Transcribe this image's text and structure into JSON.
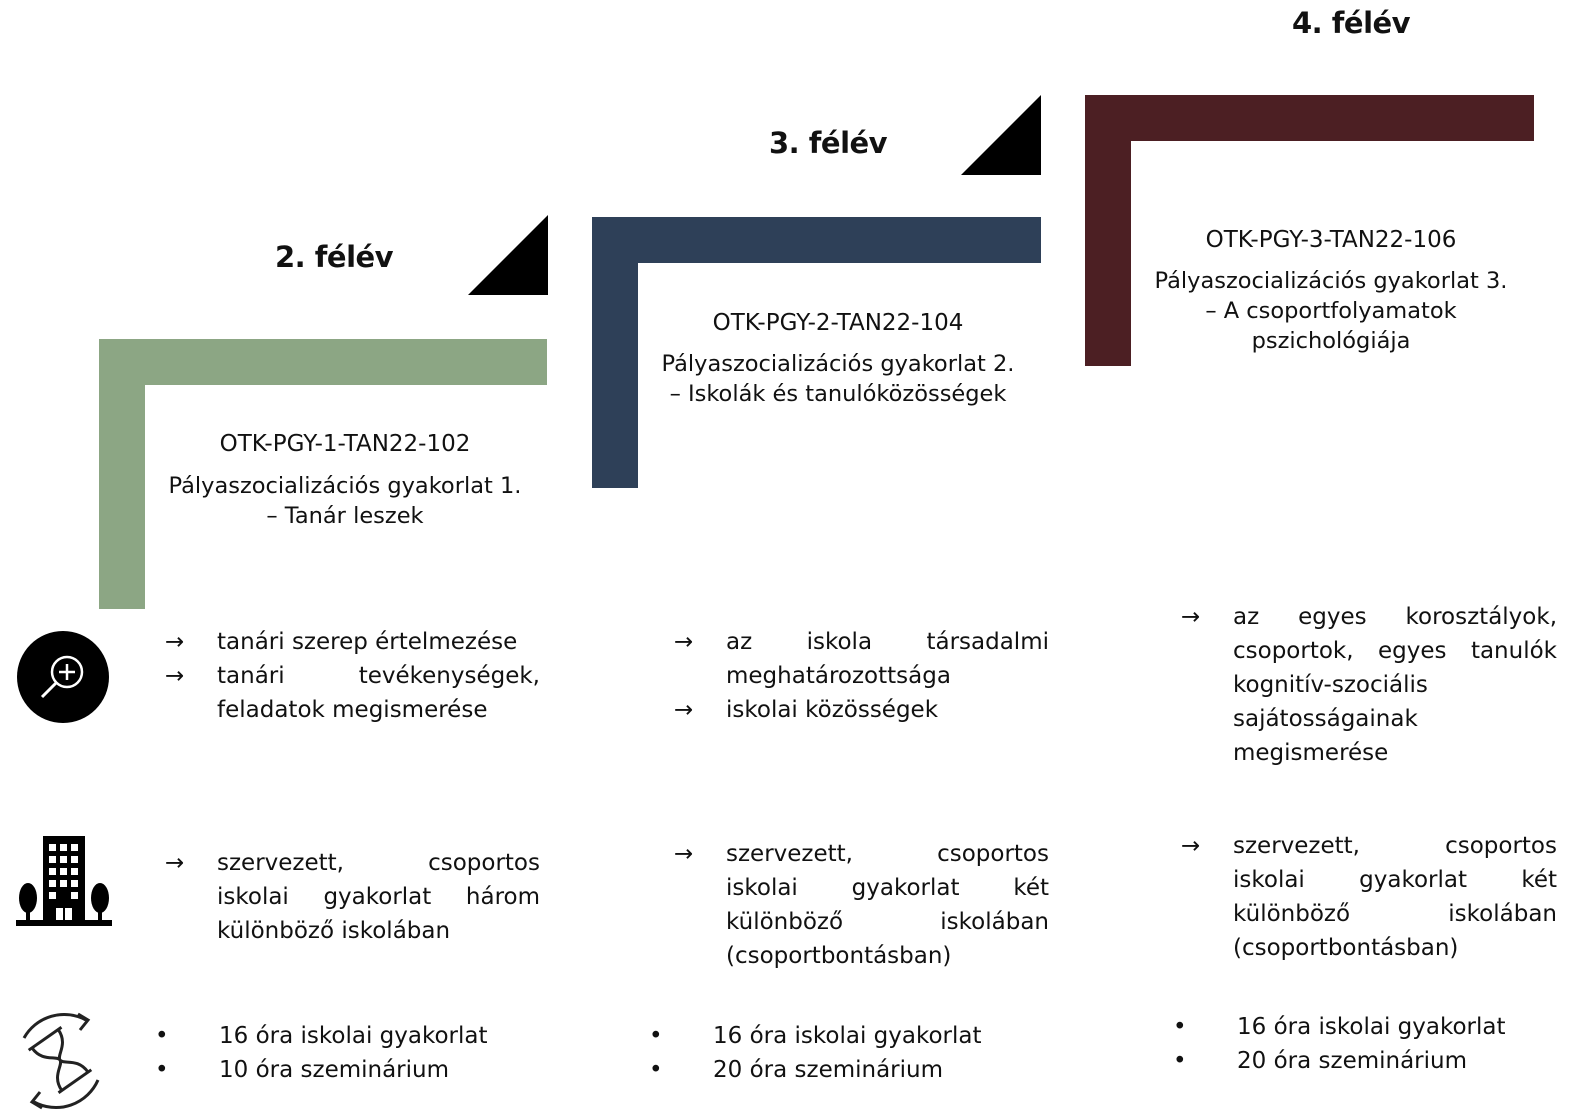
{
  "colors": {
    "sem2": "#8ca684",
    "sem3": "#2e4058",
    "sem4": "#4c1f23",
    "triangle": "#000000"
  },
  "semesters": [
    {
      "label": "2. félév",
      "code": "OTK-PGY-1-TAN22-102",
      "title_line1": "Pályaszocializációs gyakorlat 1.",
      "title_line2": "– Tanár leszek",
      "title_line3": "",
      "goals": [
        {
          "marker": "→",
          "text": "tanári szerep értelmezése"
        },
        {
          "marker": "→",
          "text": "tanári tevékenységek, feladatok megismerése"
        }
      ],
      "practice": [
        {
          "marker": "→",
          "text": "szervezett, csoportos iskolai gyakorlat három különböző iskolában"
        }
      ],
      "hours": [
        {
          "marker": "•",
          "text": "16 óra iskolai gyakorlat"
        },
        {
          "marker": "•",
          "text": "10 óra szeminárium"
        }
      ]
    },
    {
      "label": "3. félév",
      "code": "OTK-PGY-2-TAN22-104",
      "title_line1": "Pályaszocializációs gyakorlat 2.",
      "title_line2": "– Iskolák és tanulóközösségek",
      "title_line3": "",
      "goals": [
        {
          "marker": "→",
          "text": "az iskola társadalmi meghatározottsága"
        },
        {
          "marker": "→",
          "text": "iskolai közösségek"
        }
      ],
      "practice": [
        {
          "marker": "→",
          "text": "szervezett, csoportos iskolai gyakorlat két különböző iskolában (csoportbontásban)"
        }
      ],
      "hours": [
        {
          "marker": "•",
          "text": "16 óra iskolai gyakorlat"
        },
        {
          "marker": "•",
          "text": "20 óra szeminárium"
        }
      ]
    },
    {
      "label": "4. félév",
      "code": "OTK-PGY-3-TAN22-106",
      "title_line1": "Pályaszocializációs gyakorlat 3.",
      "title_line2": "– A csoportfolyamatok",
      "title_line3": "pszichológiája",
      "goals": [
        {
          "marker": "→",
          "text": "az egyes korosztályok, csoportok, egyes tanulók kognitív-szociális sajátosságainak megismerése"
        }
      ],
      "practice": [
        {
          "marker": "→",
          "text": "szervezett, csoportos iskolai gyakorlat két különböző iskolában (csoportbontásban)"
        }
      ],
      "hours": [
        {
          "marker": "•",
          "text": "16 óra iskolai gyakorlat"
        },
        {
          "marker": "•",
          "text": "20 óra szeminárium"
        }
      ]
    }
  ],
  "icons": {
    "goals": "magnifier-plus-icon",
    "practice": "school-building-icon",
    "hours": "hourglass-cycle-icon"
  }
}
